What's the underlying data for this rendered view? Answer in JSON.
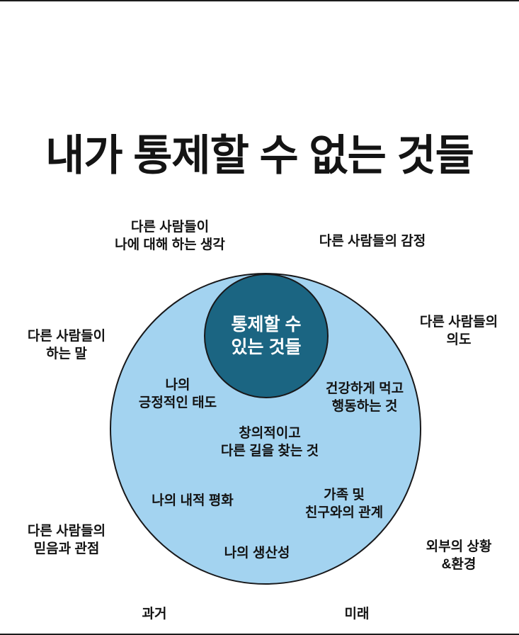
{
  "title": "내가 통제할 수 없는 것들",
  "colors": {
    "background": "#ffffff",
    "outer_circle_fill": "#a3d3f0",
    "inner_circle_fill": "#1b6582",
    "outline": "#18181a",
    "text_dark": "#131313",
    "text_light": "#ffffff"
  },
  "inner_circle": {
    "label_line1": "통제할 수",
    "label_line2": "있는 것들"
  },
  "controllable_items": [
    {
      "id": "attitude",
      "line1": "나의",
      "line2": "긍정적인 태도"
    },
    {
      "id": "healthy",
      "line1": "건강하게 먹고",
      "line2": "행동하는 것"
    },
    {
      "id": "creative",
      "line1": "창의적이고",
      "line2": "다른 길을 찾는 것"
    },
    {
      "id": "inner-peace",
      "line1": "나의 내적 평화",
      "line2": ""
    },
    {
      "id": "family",
      "line1": "가족 및",
      "line2": "친구와의 관계"
    },
    {
      "id": "productivity",
      "line1": "나의 생산성",
      "line2": ""
    }
  ],
  "uncontrollable_items": [
    {
      "id": "thoughts",
      "line1": "다른 사람들이",
      "line2": "나에 대해 하는 생각"
    },
    {
      "id": "emotions",
      "line1": "다른 사람들의 감정",
      "line2": ""
    },
    {
      "id": "words",
      "line1": "다른 사람들이",
      "line2": "하는 말"
    },
    {
      "id": "intentions",
      "line1": "다른 사람들의",
      "line2": "의도"
    },
    {
      "id": "beliefs",
      "line1": "다른 사람들의",
      "line2": "믿음과 관점"
    },
    {
      "id": "external",
      "line1": "외부의 상황",
      "line2": "&환경"
    }
  ],
  "axis_labels": {
    "past": "과거",
    "future": "미래"
  }
}
